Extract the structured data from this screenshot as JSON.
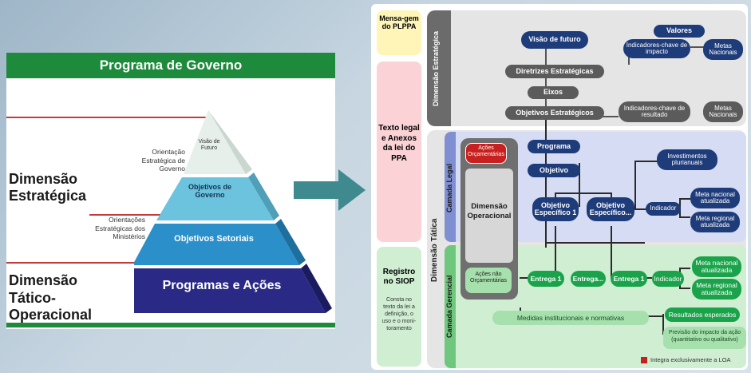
{
  "left": {
    "header": "Programa de Governo",
    "dimensao_estrategica": "Dimensão Estratégica",
    "dimensao_tatico": "Dimensão Tático-Operacional",
    "orientacao_estrategica": "Orientação Estratégica de Governo",
    "orientacoes_ministerios": "Orientações Estratégicas dos Ministérios",
    "pyramid": {
      "visao": "Visão de Futuro",
      "objetivos_governo": "Objetivos de Governo",
      "objetivos_setoriais": "Objetivos Setoriais",
      "programas_acoes": "Programas e Ações"
    }
  },
  "right": {
    "col_mensagem": "Mensa-gem do PLPPA",
    "col_texto_legal": "Texto legal e Anexos da lei do PPA",
    "col_registro": "Registro no SIOP",
    "col_registro_note": "Consta no texto da lei a definição, o uso e o moni-toramento",
    "dim_estrategica": "Dimensão Estratégica",
    "dim_tatica": "Dimensão Tática",
    "camada_legal": "Camada Legal",
    "camada_gerencial": "Camada Gerencial",
    "visao_futuro": "Visão de futuro",
    "valores": "Valores",
    "ind_impacto": "Indicadores-chave de impacto",
    "metas_nacionais_1": "Metas Nacionais",
    "diretrizes": "Diretrizes Estratégicas",
    "eixos": "Eixos",
    "obj_estrategicos": "Objetivos Estratégicos",
    "ind_resultado": "Indicadores-chave de resultado",
    "metas_nacionais_2": "Metas Nacionais",
    "acoes_orcamentarias": "Ações Orçamentárias",
    "dim_operacional": "Dimensão Operacional",
    "acoes_nao_orc": "Ações não Orçamentárias",
    "programa": "Programa",
    "objetivo": "Objetivo",
    "investimentos": "Investimentos plurianuais",
    "obj_especifico_1": "Objetivo Específico 1",
    "obj_especifico_2": "Objetivo Específico...",
    "indicador_1": "Indicador",
    "meta_nacional_1": "Meta nacional atualizada",
    "meta_regional_1": "Meta regional atualizada",
    "entrega_1a": "Entrega 1",
    "entrega_2": "Entrega...",
    "entrega_1b": "Entrega 1",
    "indicador_2": "Indicador",
    "meta_nacional_2": "Meta nacional atualizada",
    "meta_regional_2": "Meta regional atualizada",
    "medidas": "Medidas institucionais e normativas",
    "resultados": "Resultados esperados",
    "previsao": "Previsão do impacto da ação (quantitativo ou qualitativo)",
    "legend": "Integra exclusivamente a LOA"
  },
  "colors": {
    "green_header": "#1d8a3c",
    "dark_blue": "#1f3c7a",
    "gray_pill": "#5b5b5b",
    "red": "#c8201e",
    "arrow": "#3f8a8e"
  }
}
